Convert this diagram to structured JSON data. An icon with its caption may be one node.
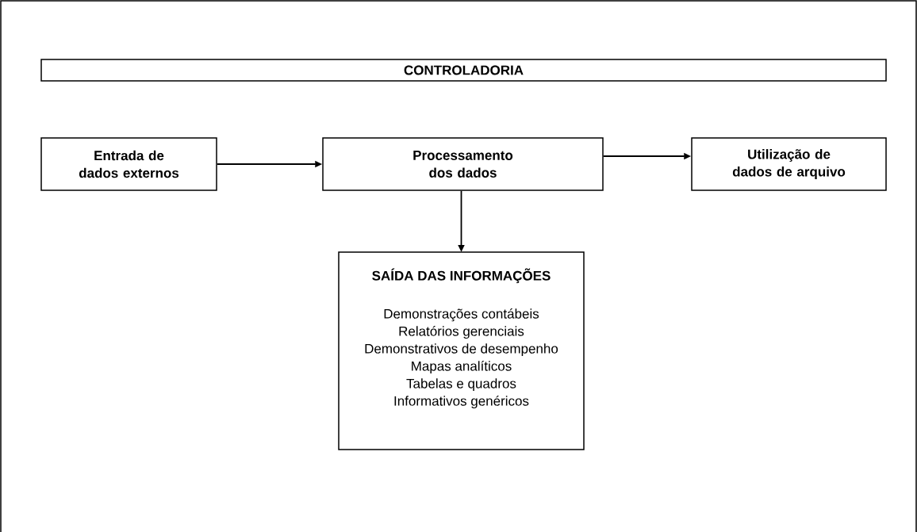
{
  "diagram": {
    "nodes": [
      {
        "text": [
          "CONTROLADORIA"
        ]
      },
      {
        "text": [
          "Entrada de dados externos"
        ]
      },
      {
        "text": [
          "Processamento dos dados"
        ]
      },
      {
        "text": [
          "Utilização de dados de arquivo"
        ]
      },
      {
        "text": [
          "SAÍDA DAS INFORMAÇÕES",
          "Demonstrações contábeis",
          "Relatórios gerenciais",
          "Demonstrativos de desempenho",
          "Mapas analíticos",
          "Tabelas e quadros",
          "Informativos genéricos"
        ]
      }
    ],
    "edges": [
      {
        "from": 1,
        "to": 2,
        "arrow": "to"
      },
      {
        "from": 2,
        "to": 3,
        "arrow": "to"
      },
      {
        "from": 2,
        "to": 4,
        "arrow": "to"
      }
    ]
  }
}
